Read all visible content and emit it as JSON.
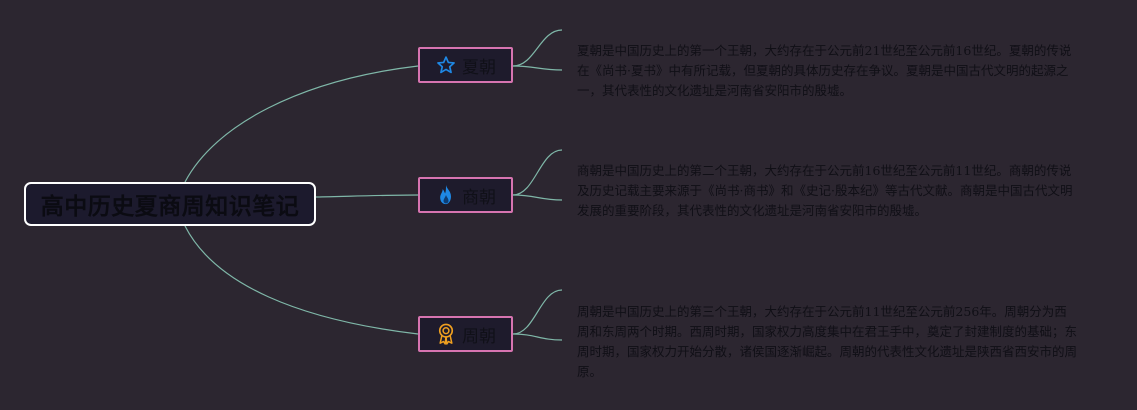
{
  "root": {
    "title": "高中历史夏商周知识笔记"
  },
  "branches": [
    {
      "label": "夏朝",
      "icon": "star-icon",
      "icon_color": "#1e88e5",
      "note": "夏朝是中国历史上的第一个王朝，大约存在于公元前21世纪至公元前16世纪。夏朝的传说在《尚书·夏书》中有所记载，但夏朝的具体历史存在争议。夏朝是中国古代文明的起源之一，其代表性的文化遗址是河南省安阳市的殷墟。"
    },
    {
      "label": "商朝",
      "icon": "flame-icon",
      "icon_color": "#1e88e5",
      "note": "商朝是中国历史上的第二个王朝，大约存在于公元前16世纪至公元前11世纪。商朝的传说及历史记载主要来源于《尚书·商书》和《史记·殷本纪》等古代文献。商朝是中国古代文明发展的重要阶段，其代表性的文化遗址是河南省安阳市的殷墟。"
    },
    {
      "label": "周朝",
      "icon": "award-ribbon-icon",
      "icon_color": "#f0a020",
      "note": "周朝是中国历史上的第三个王朝，大约存在于公元前11世纪至公元前256年。周朝分为西周和东周两个时期。西周时期，国家权力高度集中在君王手中，奠定了封建制度的基础；东周时期，国家权力开始分散，诸侯国逐渐崛起。周朝的代表性文化遗址是陕西省西安市的周原。"
    }
  ],
  "colors": {
    "background": "#2c2630",
    "connector": "#7fb7a8",
    "branch_border": "#d774b0",
    "root_border": "#ffffff"
  }
}
